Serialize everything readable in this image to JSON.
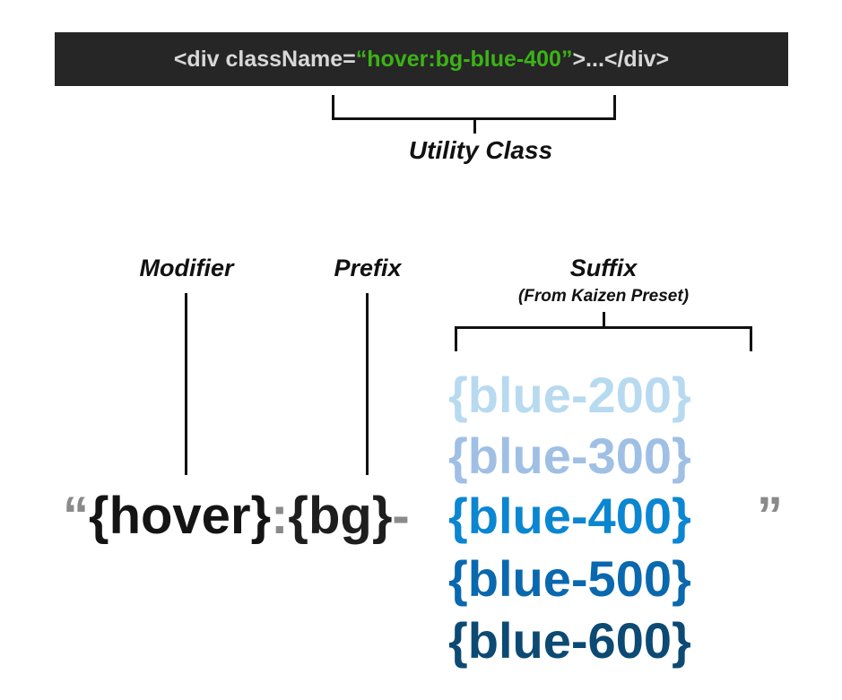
{
  "code": {
    "before": "<div className=",
    "class_value": "“hover:bg-blue-400”",
    "after": ">...</div>",
    "bg_color": "#262626",
    "text_color": "#d8d8d8",
    "highlight_color": "#3cb317"
  },
  "utility_label": "Utility Class",
  "labels": {
    "modifier": "Modifier",
    "prefix": "Prefix",
    "suffix": "Suffix",
    "suffix_note": "(From Kaizen Preset)"
  },
  "expression": {
    "open_quote": "“",
    "modifier": "{hover}",
    "colon": ":",
    "prefix": "{bg}",
    "dash": "-",
    "close_quote": "”"
  },
  "suffixes": [
    {
      "text": "{blue-200}",
      "color": "#b8daf0"
    },
    {
      "text": "{blue-300}",
      "color": "#9fc0e4"
    },
    {
      "text": "{blue-400}",
      "color": "#0b86d1"
    },
    {
      "text": "{blue-500}",
      "color": "#0a68ae"
    },
    {
      "text": "{blue-600}",
      "color": "#0c4a74"
    }
  ]
}
